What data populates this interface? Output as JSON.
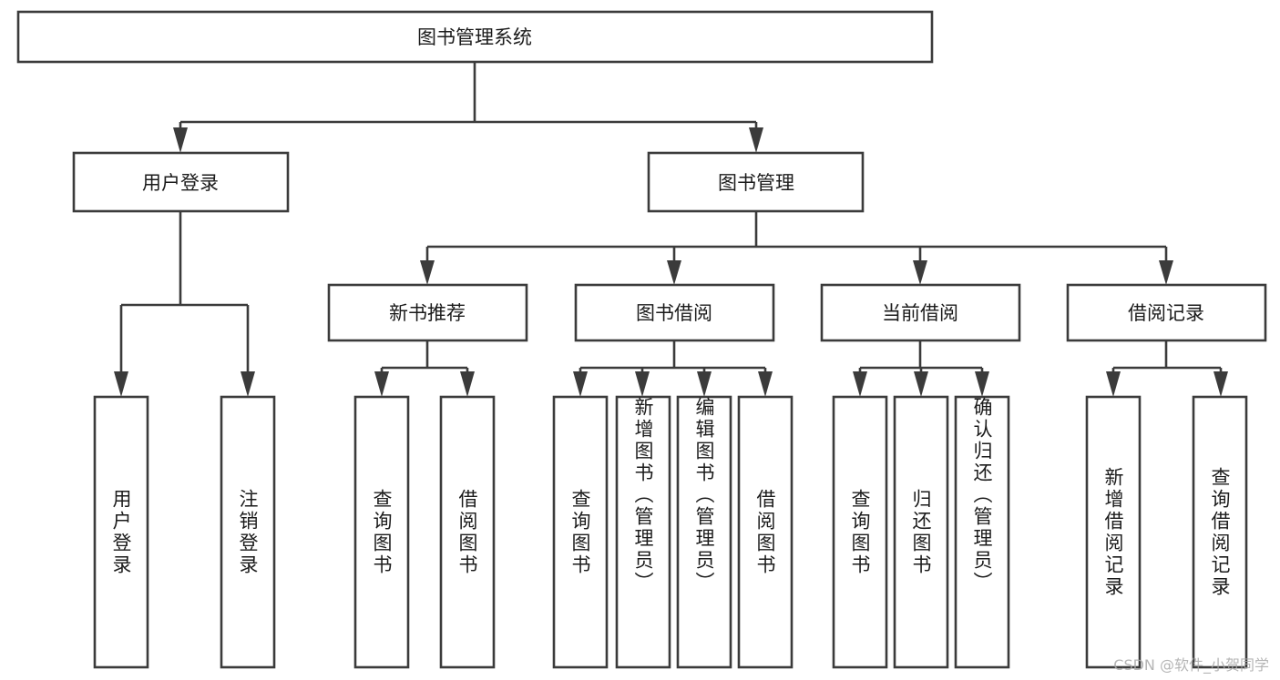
{
  "diagram": {
    "title": "图书管理系统",
    "type": "tree-hierarchy-chart",
    "colors": {
      "box_border": "#3b3b3b",
      "box_fill": "#ffffff",
      "text": "#1b1b1b",
      "connector": "#3b3b3b",
      "watermark": "#a9a9a9",
      "background": "#ffffff"
    },
    "root": {
      "label": "图书管理系统"
    },
    "level1": [
      {
        "label": "用户登录"
      },
      {
        "label": "图书管理"
      }
    ],
    "level2": [
      {
        "label": "新书推荐"
      },
      {
        "label": "图书借阅"
      },
      {
        "label": "当前借阅"
      },
      {
        "label": "借阅记录"
      }
    ],
    "leaves": {
      "user_login": [
        {
          "label": "用户登录"
        },
        {
          "label": "注销登录"
        }
      ],
      "new_book_recommend": [
        {
          "label": "查询图书"
        },
        {
          "label": "借阅图书"
        }
      ],
      "book_borrow": [
        {
          "label": "查询图书"
        },
        {
          "label": "新增图书（管理员）"
        },
        {
          "label": "编辑图书（管理员）"
        },
        {
          "label": "借阅图书"
        }
      ],
      "current_borrow": [
        {
          "label": "查询图书"
        },
        {
          "label": "归还图书"
        },
        {
          "label": "确认归还（管理员）"
        }
      ],
      "borrow_record": [
        {
          "label": "新增借阅记录"
        },
        {
          "label": "查询借阅记录"
        }
      ]
    }
  },
  "watermark": {
    "text": "CSDN @软件_小贺同学"
  }
}
